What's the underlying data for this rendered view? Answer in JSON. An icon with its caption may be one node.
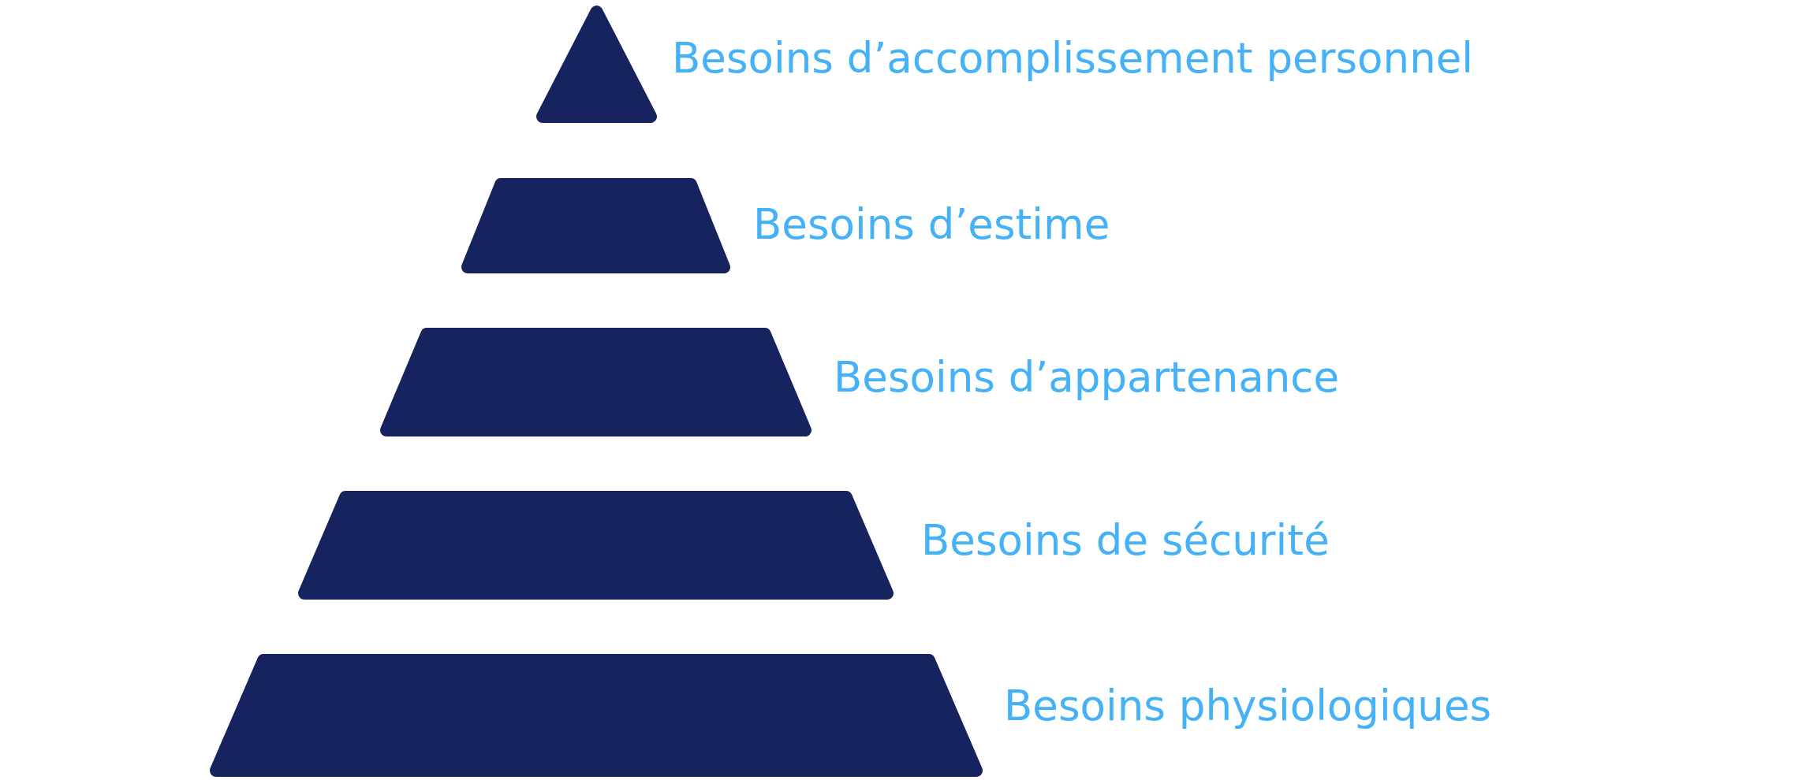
{
  "diagram": {
    "nodes": [
      {
        "text": [],
        "shape": "triangle",
        "beside": [
          "Besoins d’accomplissement personnel"
        ]
      },
      {
        "text": [],
        "shape": "trapezoid",
        "beside": [
          "Besoins d’estime"
        ]
      },
      {
        "text": [],
        "shape": "trapezoid",
        "beside": [
          "Besoins d’appartenance"
        ]
      },
      {
        "text": [],
        "shape": "trapezoid",
        "beside": [
          "Besoins de sécurité"
        ]
      },
      {
        "text": [],
        "shape": "trapezoid",
        "beside": [
          "Besoins physiologiques"
        ]
      }
    ]
  }
}
